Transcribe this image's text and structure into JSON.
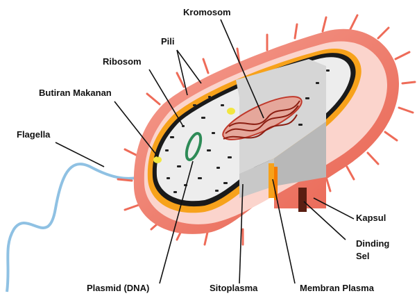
{
  "diagram": {
    "labels": {
      "kromosom": "Kromosom",
      "pili": "Pili",
      "ribosom": "Ribosom",
      "butiran_makanan": "Butiran Makanan",
      "flagella": "Flagella",
      "kapsul": "Kapsul",
      "dinding_sel_line1": "Dinding",
      "dinding_sel_line2": "Sel",
      "plasmid": "Plasmid (DNA)",
      "sitoplasma": "Sitoplasma",
      "membran_plasma": "Membran Plasma"
    },
    "colors": {
      "capsule": "#f07a68",
      "capsule_light": "#fbd4cc",
      "cell_wall": "#f7a21b",
      "membrane": "#1a1a1a",
      "cytoplasm": "#ececec",
      "chromosome": "#c0392b",
      "plasmid": "#2e8b57",
      "food_granule": "#f2e640",
      "flagellum": "#8fc1e3"
    }
  }
}
